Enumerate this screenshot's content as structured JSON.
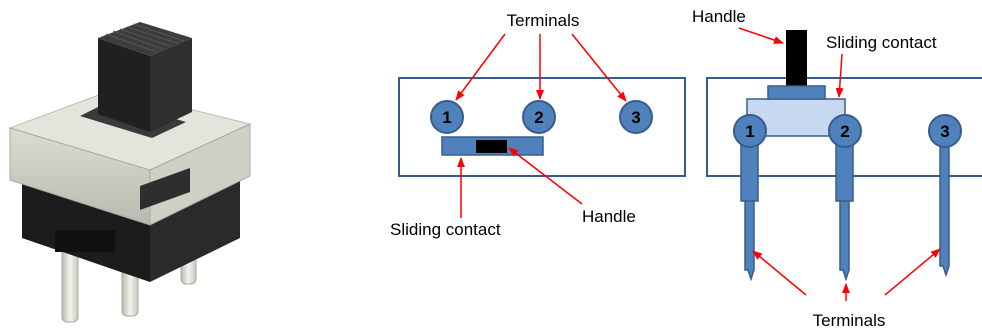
{
  "colors": {
    "terminal_fill": "#4F81BD",
    "terminal_stroke": "#385D8A",
    "slider_light": "#C6D9F1",
    "handle": "#000000",
    "arrow": "#FF0000",
    "outline": "#385D8A"
  },
  "photo": {
    "icon": "slide-switch-photo"
  },
  "top_view": {
    "terminals_label": "Terminals",
    "terminal_numbers": [
      "1",
      "2",
      "3"
    ],
    "sliding_contact_label": "Sliding contact",
    "handle_label": "Handle"
  },
  "side_view": {
    "handle_label": "Handle",
    "sliding_contact_label": "Sliding contact",
    "terminal_numbers": [
      "1",
      "2",
      "3"
    ],
    "terminals_label": "Terminals"
  }
}
